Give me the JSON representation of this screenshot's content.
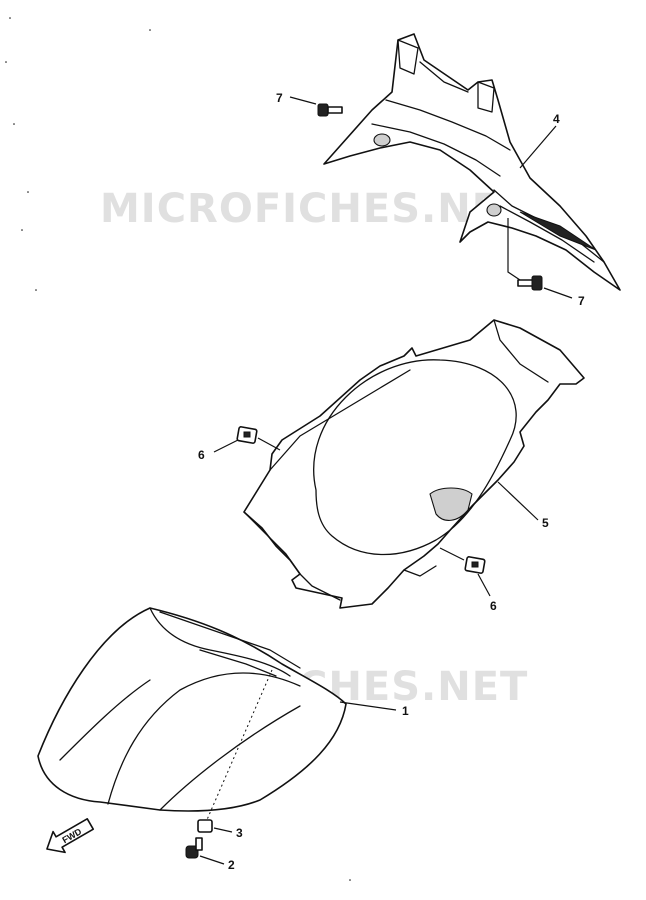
{
  "watermark": "MICROFICHES.NET",
  "direction_label": "FWD",
  "callouts": [
    {
      "id": "1",
      "label": "1"
    },
    {
      "id": "2",
      "label": "2"
    },
    {
      "id": "3",
      "label": "3"
    },
    {
      "id": "4",
      "label": "4"
    },
    {
      "id": "5",
      "label": "5"
    },
    {
      "id": "6a",
      "label": "6"
    },
    {
      "id": "6b",
      "label": "6"
    },
    {
      "id": "7a",
      "label": "7"
    },
    {
      "id": "7b",
      "label": "7"
    }
  ]
}
